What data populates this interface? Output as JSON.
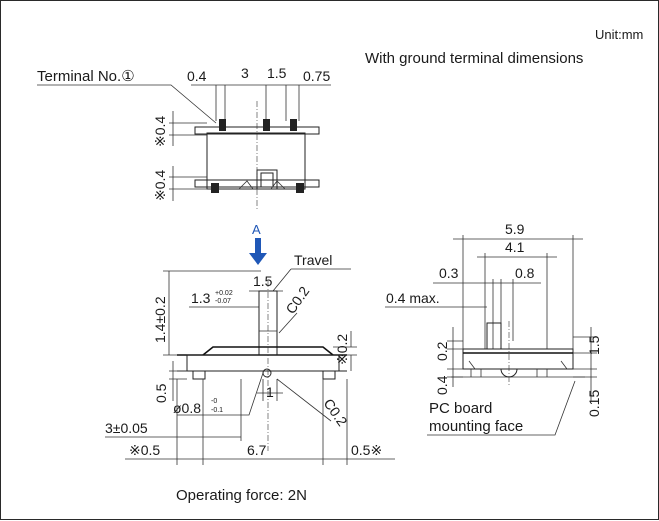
{
  "header": {
    "unit": "Unit:mm",
    "ground_note": "With ground terminal dimensions"
  },
  "top_view": {
    "terminal_label": "Terminal No.①",
    "dim_0_4_left": "0.4",
    "dim_3": "3",
    "dim_1_5": "1.5",
    "dim_0_75": "0.75",
    "dim_v_upper": "※0.4",
    "dim_v_lower": "※0.4"
  },
  "arrow": {
    "label": "A"
  },
  "side_view": {
    "travel": "Travel",
    "dim_1_5": "1.5",
    "dim_1_3": "1.3",
    "tol_1_3_plus": "+0.02",
    "tol_1_3_minus": "-0.07",
    "chamfer_top": "C0.2",
    "dim_1_4": "1.4±0.2",
    "dim_0_2_right": "※0.2",
    "dim_0_5": "0.5",
    "dim_hole": "ø0.8",
    "tol_hole_plus": "-0",
    "tol_hole_minus": "-0.1",
    "dim_1": "1",
    "chamfer_bottom": "C0.2",
    "dim_3_pm": "3±0.05",
    "dim_0_5_left": "※0.5",
    "dim_6_7": "6.7",
    "dim_0_5_right": "0.5※"
  },
  "front_view": {
    "dim_5_9": "5.9",
    "dim_4_1": "4.1",
    "dim_0_3": "0.3",
    "dim_0_8": "0.8",
    "dim_0_4_max": "0.4 max.",
    "dim_0_2": "0.2",
    "dim_0_4": "0.4",
    "dim_1_5": "1.5",
    "dim_0_15": "0.15",
    "pcb_line1": "PC board",
    "pcb_line2": "mounting face"
  },
  "footer": {
    "operating_force": "Operating force: 2N"
  },
  "colors": {
    "arrow": "#1f57b7",
    "line": "#222222",
    "background": "#ffffff"
  }
}
